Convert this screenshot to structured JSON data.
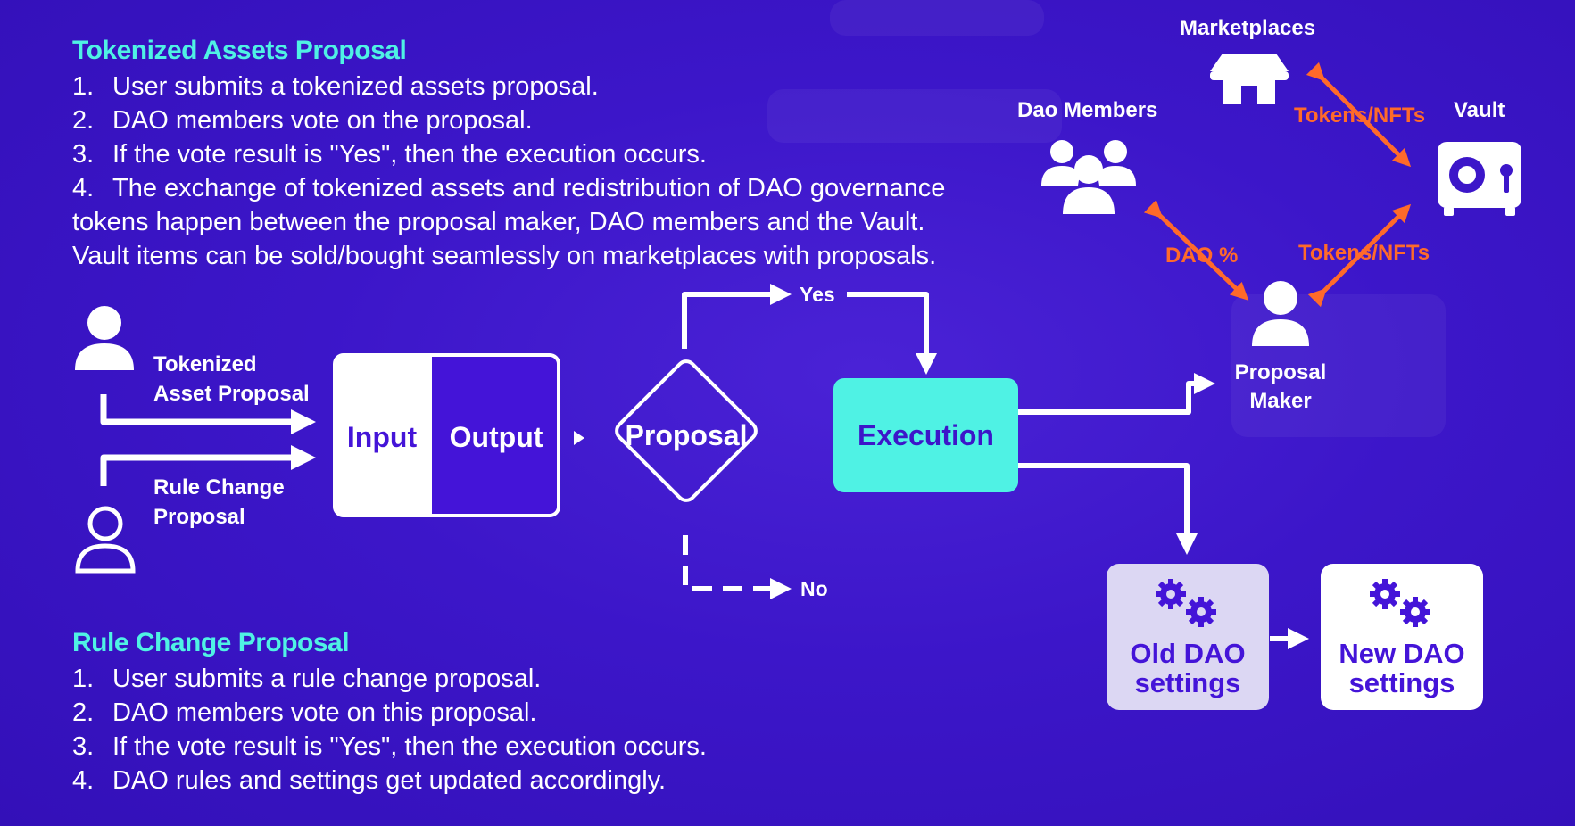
{
  "tokenized": {
    "title": "Tokenized Assets Proposal",
    "steps": [
      "User submits a tokenized assets proposal.",
      "DAO members vote on the proposal.",
      "If the vote result is \"Yes\", then the execution occurs.",
      "The exchange of tokenized assets and redistribution of DAO governance"
    ],
    "continuation": [
      "tokens happen between the proposal maker, DAO members and the Vault.",
      "Vault items can be sold/bought seamlessly on marketplaces with proposals."
    ]
  },
  "rule_change": {
    "title": "Rule Change Proposal",
    "steps": [
      "User submits a rule change proposal.",
      "DAO members vote on this proposal.",
      "If the vote result is \"Yes\", then the execution occurs.",
      "DAO rules and settings get updated accordingly."
    ]
  },
  "numbers": [
    "1.",
    "2.",
    "3.",
    "4."
  ],
  "flow": {
    "tokenized_label": [
      "Tokenized",
      "Asset Proposal"
    ],
    "rule_label": [
      "Rule Change",
      "Proposal"
    ],
    "input": "Input",
    "output": "Output",
    "proposal": "Proposal",
    "yes": "Yes",
    "no": "No",
    "execution": "Execution",
    "proposal_maker": [
      "Proposal",
      "Maker"
    ],
    "old_settings": [
      "Old DAO",
      "settings"
    ],
    "new_settings": [
      "New DAO",
      "settings"
    ]
  },
  "ecosystem": {
    "marketplaces": "Marketplaces",
    "dao_members": "Dao Members",
    "vault": "Vault",
    "tokens_nfts_top": "Tokens/NFTs",
    "tokens_nfts_bottom": "Tokens/NFTs",
    "dao_percent": "DAO %"
  },
  "icons": [
    "user-icon",
    "user-outline-icon",
    "group-icon",
    "store-icon",
    "vault-icon",
    "gear-icon",
    "arrow-icon"
  ],
  "colors": {
    "background": "#3c16c9",
    "accent_cyan": "#4ff2e4",
    "accent_orange": "#ff6a2a",
    "white": "#ffffff",
    "old_settings_bg": "#dcd7f3"
  }
}
